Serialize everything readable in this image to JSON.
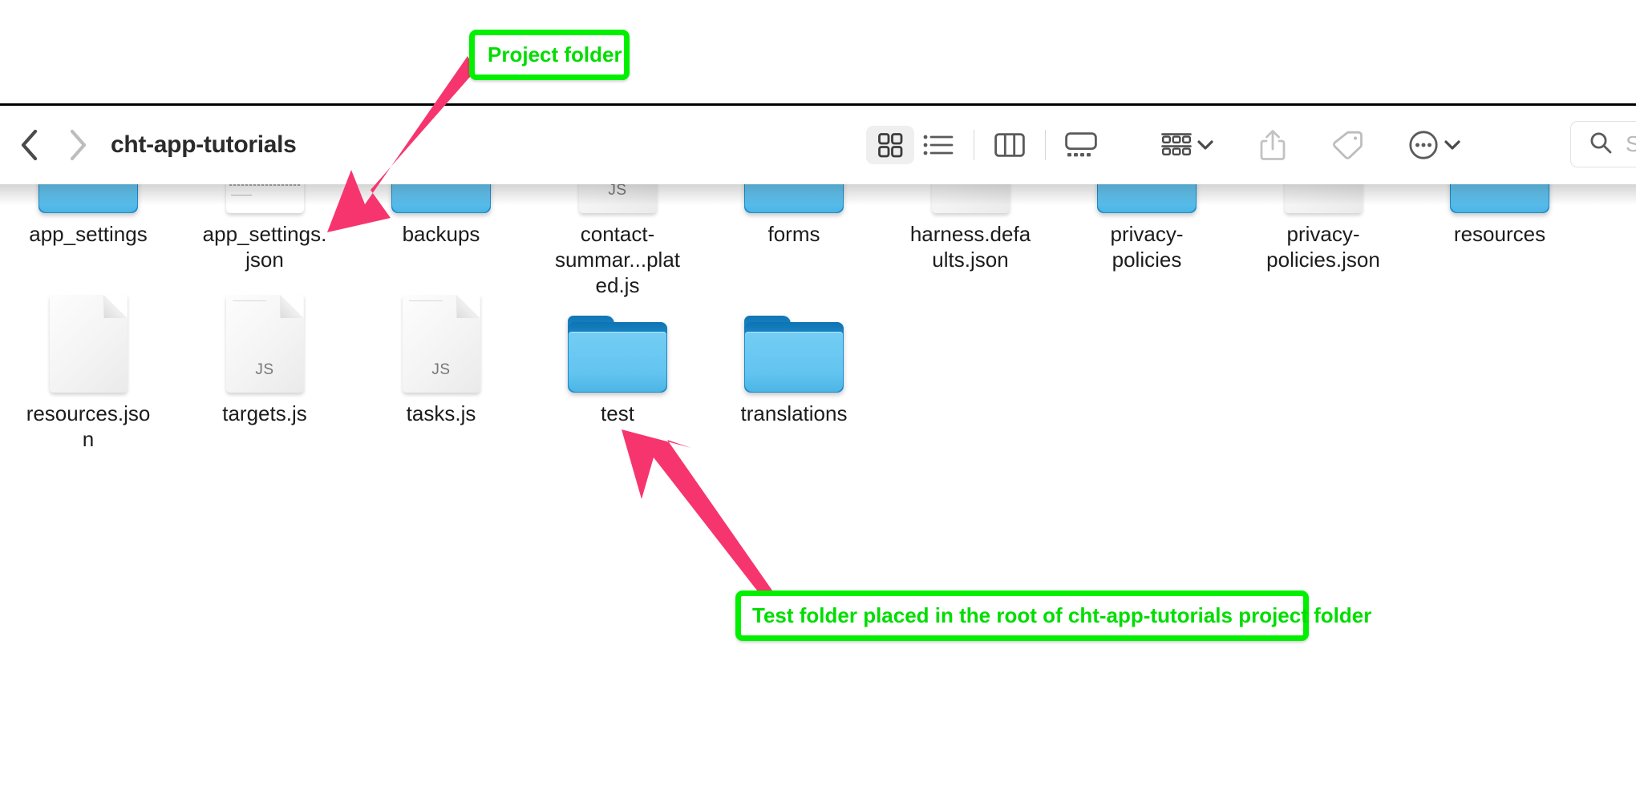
{
  "window": {
    "title": "cht-app-tutorials",
    "back_icon": "chevron-left-icon",
    "forward_icon": "chevron-right-icon"
  },
  "toolbar": {
    "view_modes": [
      {
        "name": "icon-view",
        "icon": "grid-view-icon",
        "active": true
      },
      {
        "name": "list-view",
        "icon": "list-view-icon",
        "active": false
      },
      {
        "name": "column-view",
        "icon": "column-view-icon",
        "active": false
      },
      {
        "name": "gallery-view",
        "icon": "gallery-view-icon",
        "active": false
      }
    ],
    "group_button": {
      "name": "group-by-button",
      "icon": "group-grid-icon",
      "caret": "chevron-down-icon"
    },
    "share_button": {
      "name": "share-button",
      "icon": "share-icon"
    },
    "tag_button": {
      "name": "tag-button",
      "icon": "tag-icon"
    },
    "more_button": {
      "name": "more-actions-button",
      "icon": "ellipsis-circle-icon",
      "caret": "chevron-down-icon"
    }
  },
  "search": {
    "icon": "search-icon",
    "placeholder": "Search"
  },
  "files": {
    "row1": [
      {
        "label": "app_settings",
        "type": "folder"
      },
      {
        "label": "app_settings.json",
        "type": "document-preview",
        "ext": ""
      },
      {
        "label": "backups",
        "type": "folder"
      },
      {
        "label": "contact-summar...plated.js",
        "type": "document",
        "ext": "JS"
      },
      {
        "label": "forms",
        "type": "folder"
      },
      {
        "label": "harness.defaults.json",
        "type": "document",
        "ext": ""
      },
      {
        "label": "privacy-policies",
        "type": "folder"
      },
      {
        "label": "privacy-policies.json",
        "type": "document",
        "ext": ""
      },
      {
        "label": "resources",
        "type": "folder"
      }
    ],
    "row2": [
      {
        "label": "resources.json",
        "type": "document",
        "ext": ""
      },
      {
        "label": "targets.js",
        "type": "document",
        "ext": "JS"
      },
      {
        "label": "tasks.js",
        "type": "document",
        "ext": "JS"
      },
      {
        "label": "test",
        "type": "folder"
      },
      {
        "label": "translations",
        "type": "folder"
      }
    ]
  },
  "annotations": {
    "project_folder": "Project folder",
    "test_folder": "Test folder placed in the root of cht-app-tutorials project folder",
    "box_color": "#00f000",
    "text_color": "#00dd00",
    "arrow_color": "#f6356e"
  }
}
